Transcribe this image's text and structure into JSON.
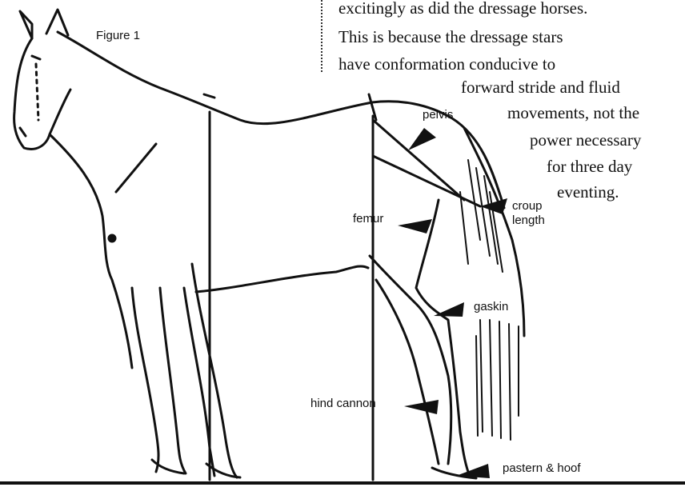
{
  "figure_title": "Figure 1",
  "text_lines": [
    "excitingly as did the dressage horses.",
    "This is because the dressage stars",
    "have conformation conducive to",
    "forward stride and fluid",
    "movements, not the",
    "power necessary",
    "for three day",
    "eventing."
  ],
  "labels": {
    "pelvis": "pelvis",
    "croup_line1": "croup",
    "croup_line2": "length",
    "femur": "femur",
    "gaskin": "gaskin",
    "hind_cannon": "hind cannon",
    "pastern_hoof": "pastern & hoof"
  },
  "colors": {
    "ink": "#111111",
    "background": "#ffffff"
  }
}
